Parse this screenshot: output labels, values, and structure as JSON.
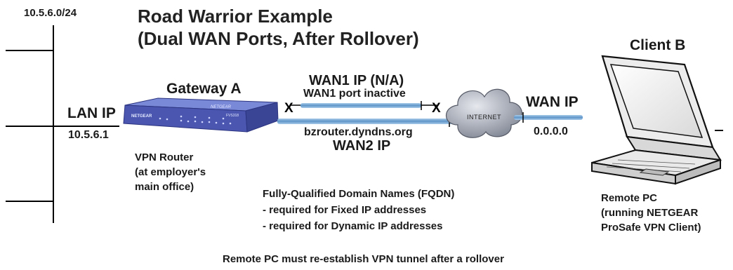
{
  "subnet": "10.5.6.0/24",
  "title": {
    "line1": "Road Warrior Example",
    "line2": "(Dual WAN Ports, After Rollover)"
  },
  "gateway": {
    "name": "Gateway A",
    "lan_label": "LAN IP",
    "lan_ip": "10.5.6.1",
    "description": [
      "VPN Router",
      "(at employer's",
      "main office)"
    ],
    "brand_text": "NETGEAR",
    "model_text": "FVS318"
  },
  "wan1": {
    "label": "WAN1 IP (N/A)",
    "status": "WAN1 port inactive",
    "fail_mark": "X"
  },
  "wan2": {
    "host": "bzrouter.dyndns.org",
    "label": "WAN2 IP"
  },
  "internet_label": "INTERNET",
  "client": {
    "name": "Client B",
    "wan_label": "WAN IP",
    "wan_ip": "0.0.0.0",
    "description": [
      "Remote PC",
      "(running NETGEAR",
      "ProSafe VPN Client)"
    ]
  },
  "fqdn_notes": [
    "Fully-Qualified Domain Names (FQDN)",
    "- required for Fixed IP addresses",
    "- required for Dynamic IP addresses"
  ],
  "footer_note": "Remote PC must re-establish VPN tunnel after a rollover",
  "colors": {
    "link": "#6f9fcf",
    "router_body": "#4a56b0",
    "router_top": "#7a88d8",
    "cloud": "#9aa0ad"
  }
}
